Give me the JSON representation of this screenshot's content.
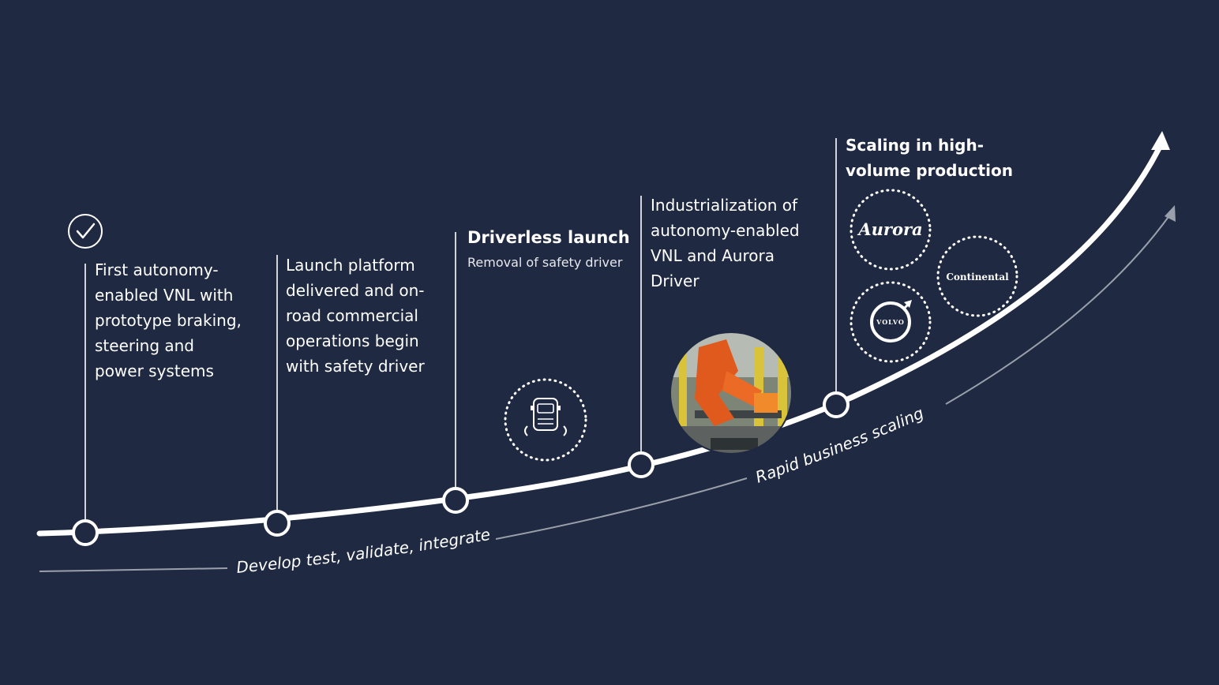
{
  "colors": {
    "background": "#1f2942",
    "curve_main": "#ffffff",
    "curve_secondary": "#9aa0ab",
    "robot_orange": "#e05a1e"
  },
  "milestones": [
    {
      "text": "First autonomy-\nenabled VNL with\nprototype braking,\nsteering and\npower systems",
      "completed": true
    },
    {
      "text": "Launch platform\ndelivered and on-\nroad commercial\noperations begin\nwith safety driver"
    },
    {
      "title": "Driverless launch",
      "subtitle": "Removal of safety driver",
      "icon": "autonomous-truck-icon"
    },
    {
      "text": "Industrialization of\nautonomy-enabled\nVNL and Aurora\nDriver",
      "image": "robot-factory-photo"
    },
    {
      "title": "Scaling in high-\nvolume production"
    }
  ],
  "partner_logos": [
    {
      "name": "Aurora",
      "icon": "aurora-logo"
    },
    {
      "name": "Continental",
      "icon": "continental-logo"
    },
    {
      "name": "VOLVO",
      "icon": "volvo-logo"
    }
  ],
  "phases": [
    {
      "label": "Develop test, validate, integrate"
    },
    {
      "label": "Rapid business scaling"
    }
  ],
  "check_icon": "checkmark-circle-icon"
}
